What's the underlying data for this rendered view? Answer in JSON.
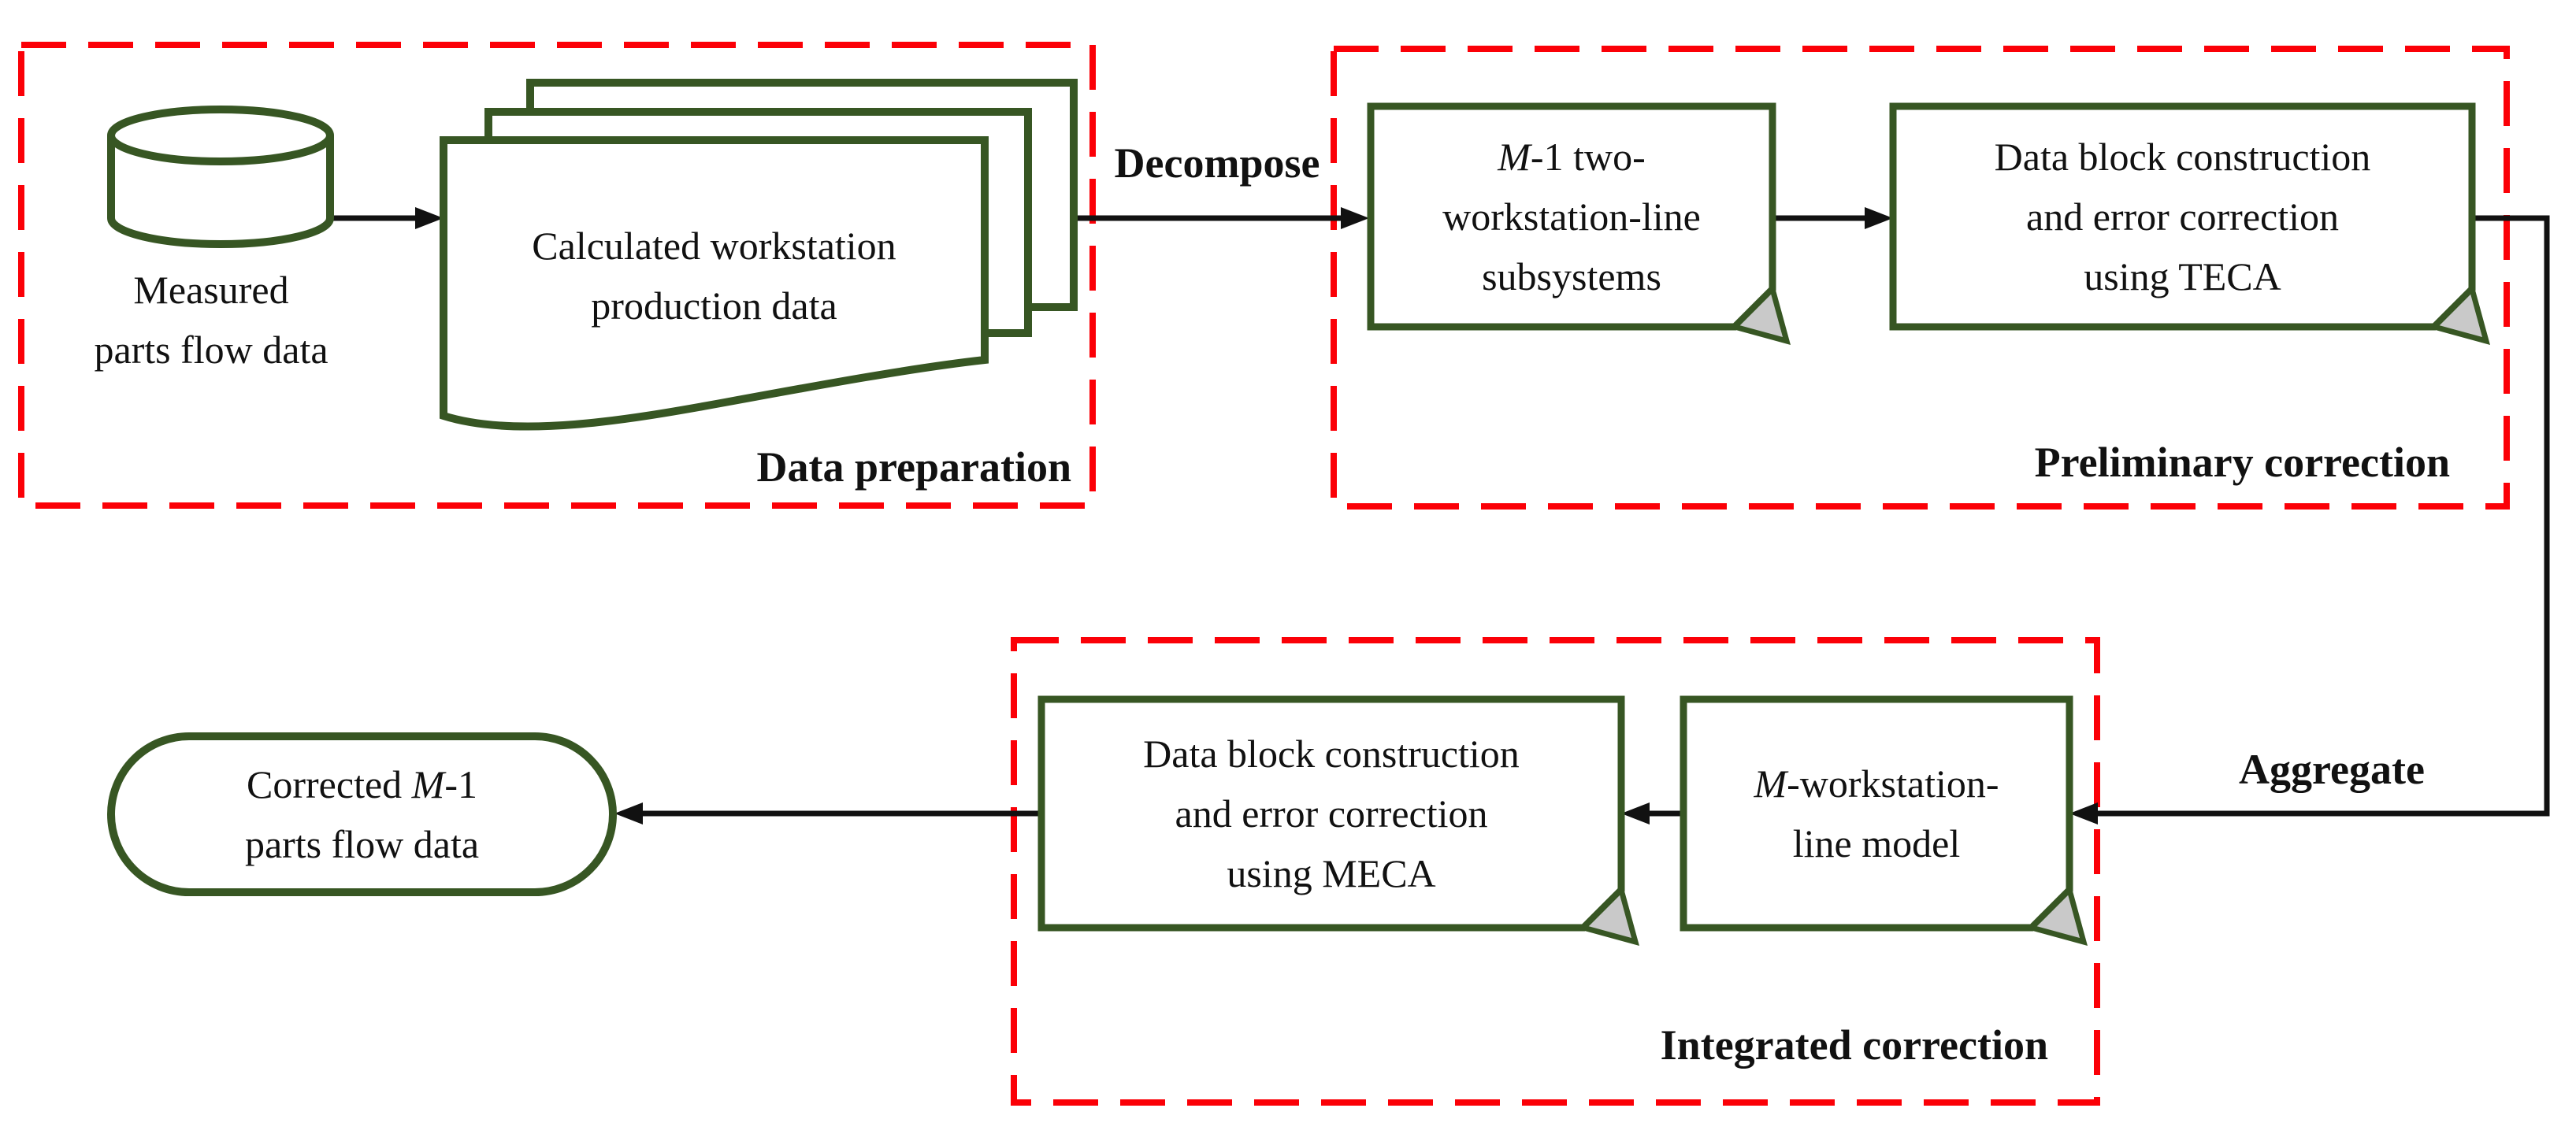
{
  "colors": {
    "shape_green": "#375623",
    "dashed_red": "#FB0007",
    "connector_black": "#111111",
    "fold_grey": "#c9c9c9",
    "background": "#ffffff",
    "text": "#111111"
  },
  "groups": {
    "data_preparation": {
      "label": "Data preparation"
    },
    "preliminary_correction": {
      "label": "Preliminary correction"
    },
    "integrated_correction": {
      "label": "Integrated correction"
    }
  },
  "edges": {
    "decompose": {
      "label": "Decompose"
    },
    "aggregate": {
      "label": "Aggregate"
    }
  },
  "nodes": {
    "measured_data": {
      "line1": "Measured",
      "line2": "parts flow data"
    },
    "calculated_data": {
      "line1": "Calculated workstation",
      "line2": "production data"
    },
    "m1_subsystems": {
      "line1_italic": "M",
      "line1_rest": "-1 two-",
      "line2": "workstation-line",
      "line3": "subsystems"
    },
    "teca": {
      "line1": "Data block construction",
      "line2": "and error correction",
      "line3": "using TECA"
    },
    "meca": {
      "line1": "Data block construction",
      "line2": "and error correction",
      "line3": "using MECA"
    },
    "m_line_model": {
      "line1_italic": "M",
      "line1_rest": "-workstation-",
      "line2": "line model"
    },
    "corrected_output": {
      "line1_pre": "Corrected ",
      "line1_italic": "M",
      "line1_post": "-1",
      "line2": "parts flow data"
    }
  }
}
